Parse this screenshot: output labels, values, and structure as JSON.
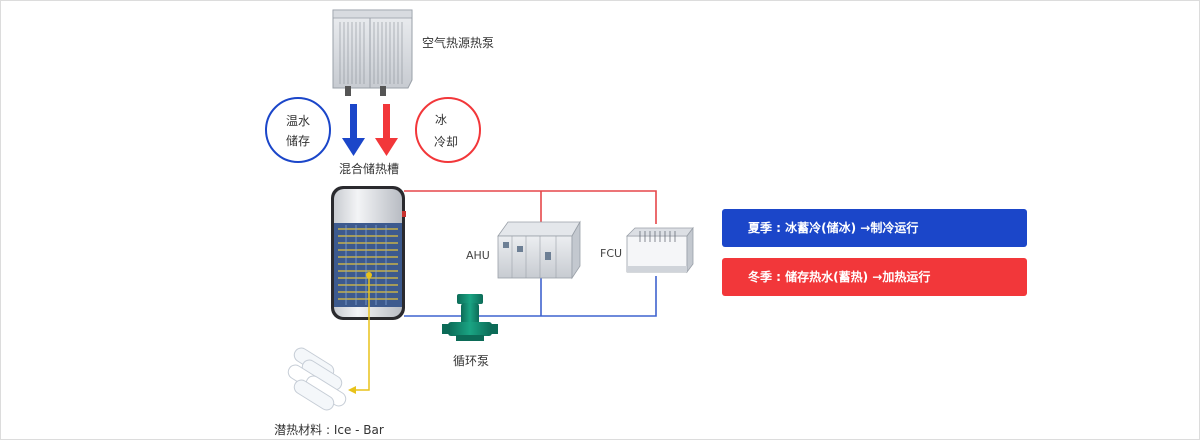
{
  "labels": {
    "heat_pump": "空气热源热泵",
    "warm_water_line1": "温水",
    "warm_water_line2": "储存",
    "ice_line1": "冰",
    "ice_line2": "冷却",
    "tank": "混合储热槽",
    "ahu": "AHU",
    "fcu": "FCU",
    "pump": "循环泵",
    "ice_bar": "潜热材料 : Ice - Bar"
  },
  "legend": {
    "summer": "夏季 : 冰蓄冷(储冰) →制冷运行",
    "winter": "冬季 : 储存热水(蓄热) →加热运行"
  },
  "colors": {
    "blue": "#1b46c9",
    "red": "#f2373a",
    "pipe_red": "#e6474a",
    "pipe_blue": "#3f63cf",
    "yellow": "#e8c21a"
  }
}
